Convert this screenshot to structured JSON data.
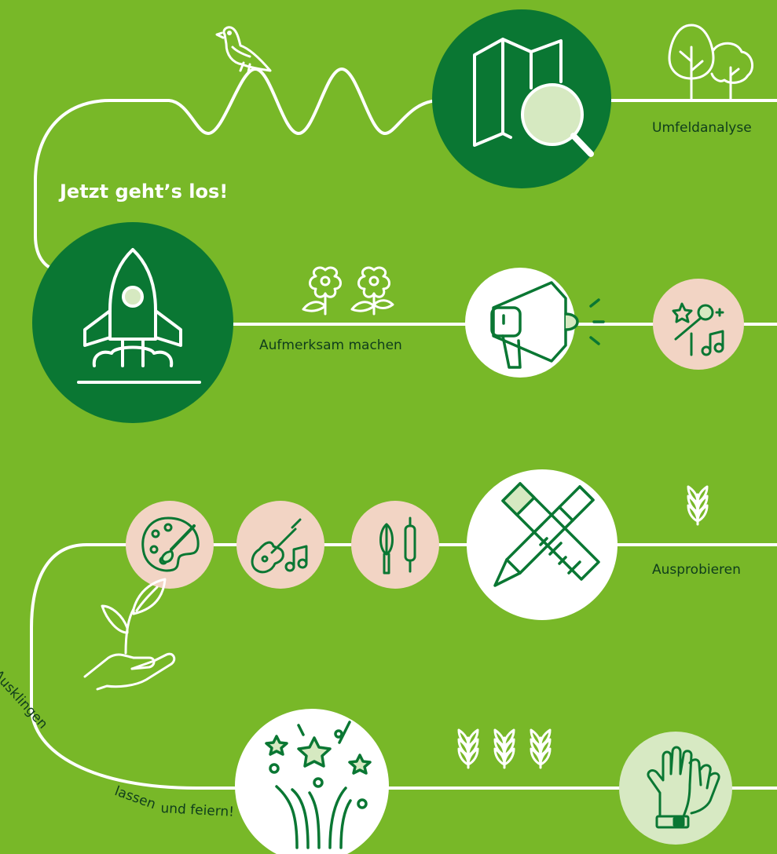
{
  "colors": {
    "background": "#78b828",
    "path": "#ffffff",
    "dark_green": "#0a7733",
    "icon_light": "#d6e9c1",
    "pink": "#f2d4c4",
    "pale_green": "#d7e9c3",
    "label_text": "#0f3d1c"
  },
  "labels": {
    "start": "Jetzt geht’s los!",
    "analysis": "Umfeldanalyse",
    "attention": "Aufmerksam machen",
    "try": "Ausprobieren",
    "end_part1": "Ausklingen",
    "end_part2": "lassen",
    "end_part3": "und feiern!"
  },
  "icons": [
    "bird-icon",
    "trees-icon",
    "map-magnifier-icon",
    "rocket-icon",
    "flowers-icon",
    "megaphone-icon",
    "microphone-music-icon",
    "palette-icon",
    "guitar-music-icon",
    "whisk-rolling-pin-icon",
    "ruler-pencil-icon",
    "wheat-icon",
    "seedling-hand-icon",
    "fireworks-icon",
    "wheat-triple-icon",
    "gloves-icon"
  ]
}
